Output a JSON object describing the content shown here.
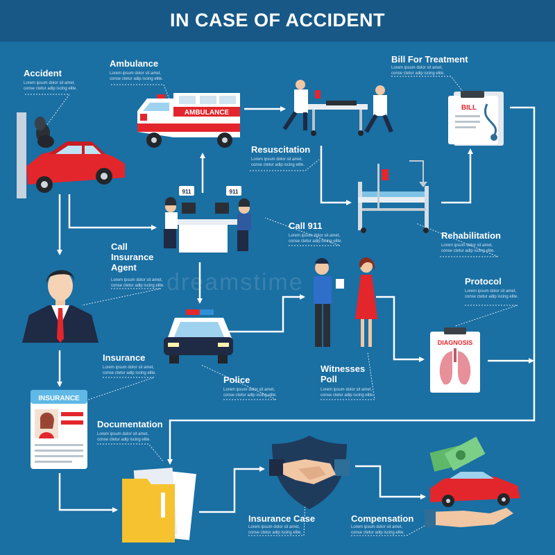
{
  "title": "IN CASE OF ACCIDENT",
  "watermark": "dreamstime",
  "caption_line1": "Lorem ipsum dolor sit amet,",
  "caption_line2": "conse ctetur adip iscing elite.",
  "steps": {
    "accident": "Accident",
    "ambulance": "Ambulance",
    "bill_for_treatment": "Bill For Treatment",
    "resuscitation": "Resuscitation",
    "rehabilitation": "Rehabilitation",
    "call_911": "Call 911",
    "call_insurance_agent": [
      "Call",
      "Insurance",
      "Agent"
    ],
    "protocol": "Protocol",
    "insurance": "Insurance",
    "police": "Police",
    "witnesses_poll": [
      "Witnesses",
      "Poll"
    ],
    "documentation": "Documentation",
    "insurance_case": "Insurance Case",
    "compensation": "Compensation"
  },
  "icon_text": {
    "ambulance_sign": "AMBULANCE",
    "bill_header": "BILL",
    "diagnosis_header": "DIAGNOSIS",
    "insurance_card_header": "INSURANCE",
    "dispatcher_bubble": "911"
  },
  "colors": {
    "background": "#1a6fa3",
    "header": "#175887",
    "arrow": "#ffffff",
    "accent_red": "#e3262c",
    "folder_yellow": "#f6c22f"
  }
}
